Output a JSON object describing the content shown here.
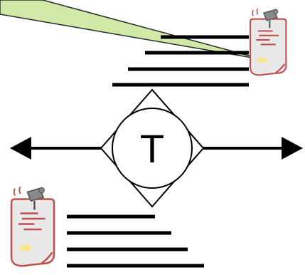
{
  "diagram": {
    "center_node": {
      "letter": "T",
      "icon": "circle-in-diamond-node"
    },
    "arrows": [
      {
        "direction": "left",
        "icon": "left-arrow-icon"
      },
      {
        "direction": "right",
        "icon": "right-arrow-icon"
      }
    ],
    "upper_note": {
      "icon": "pinned-note-icon",
      "line_count": 4,
      "callout": "green-pointer"
    },
    "lower_note": {
      "icon": "pinned-note-icon",
      "line_count": 4
    },
    "colors": {
      "stroke": "#000000",
      "callout_fill": "#d2eaa7",
      "callout_stroke": "#2b2b2b",
      "note_fill": "#e9e9e9",
      "note_border": "#c0504d",
      "note_text_lines": "#c0504d",
      "note_highlight": "#f8e58c",
      "pin_head": "#8a8a8a",
      "pin_needle": "#555555"
    }
  }
}
